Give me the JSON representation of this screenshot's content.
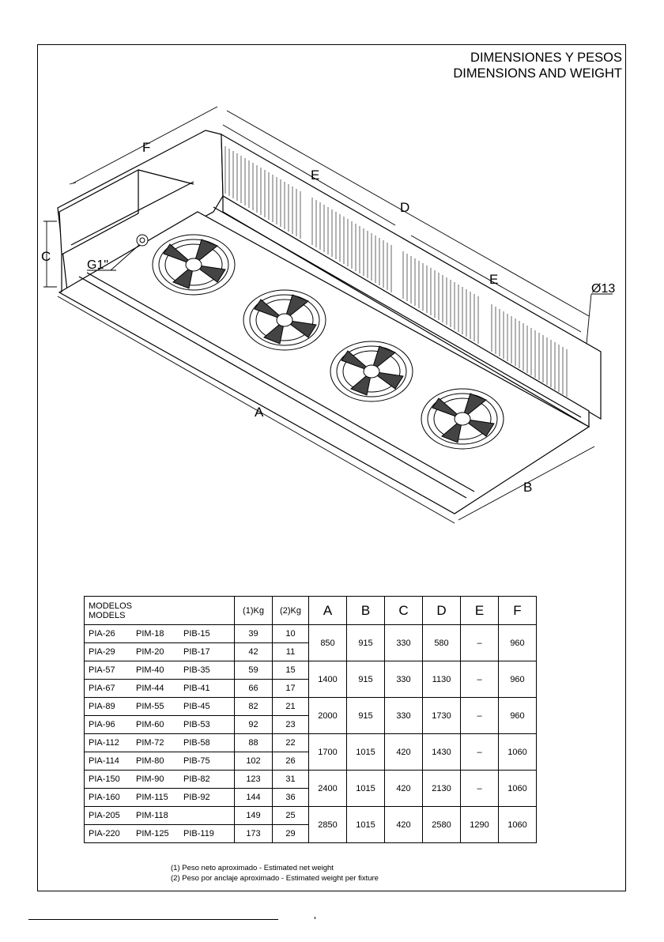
{
  "title": {
    "line1": "DIMENSIONES Y PESOS",
    "line2": "DIMENSIONS AND WEIGHT"
  },
  "drawing_labels": {
    "a": "A",
    "b": "B",
    "c": "C",
    "d": "D",
    "e1": "E",
    "e2": "E",
    "f": "F",
    "inlet": "G1\"",
    "bolt": "Ø13"
  },
  "table": {
    "header_models_1": "MODELOS",
    "header_models_2": "MODELS",
    "header_kg1": "(1)Kg",
    "header_kg2": "(2)Kg",
    "header_a": "A",
    "header_b": "B",
    "header_c": "C",
    "header_d": "D",
    "header_e": "E",
    "header_f": "F",
    "rows": [
      {
        "m1": "PIA-26",
        "m2": "PIM-18",
        "m3": "PIB-15",
        "kg1": "39",
        "kg2": "10"
      },
      {
        "m1": "PIA-29",
        "m2": "PIM-20",
        "m3": "PIB-17",
        "kg1": "42",
        "kg2": "11"
      },
      {
        "m1": "PIA-57",
        "m2": "PIM-40",
        "m3": "PIB-35",
        "kg1": "59",
        "kg2": "15"
      },
      {
        "m1": "PIA-67",
        "m2": "PIM-44",
        "m3": "PIB-41",
        "kg1": "66",
        "kg2": "17"
      },
      {
        "m1": "PIA-89",
        "m2": "PIM-55",
        "m3": "PIB-45",
        "kg1": "82",
        "kg2": "21"
      },
      {
        "m1": "PIA-96",
        "m2": "PIM-60",
        "m3": "PIB-53",
        "kg1": "92",
        "kg2": "23"
      },
      {
        "m1": "PIA-112",
        "m2": "PIM-72",
        "m3": "PIB-58",
        "kg1": "88",
        "kg2": "22"
      },
      {
        "m1": "PIA-114",
        "m2": "PIM-80",
        "m3": "PIB-75",
        "kg1": "102",
        "kg2": "26"
      },
      {
        "m1": "PIA-150",
        "m2": "PIM-90",
        "m3": "PIB-82",
        "kg1": "123",
        "kg2": "31"
      },
      {
        "m1": "PIA-160",
        "m2": "PIM-115",
        "m3": "PIB-92",
        "kg1": "144",
        "kg2": "36"
      },
      {
        "m1": "PIA-205",
        "m2": "PIM-118",
        "m3": "",
        "kg1": "149",
        "kg2": "25"
      },
      {
        "m1": "PIA-220",
        "m2": "PIM-125",
        "m3": "PIB-119",
        "kg1": "173",
        "kg2": "29"
      }
    ],
    "groups": [
      {
        "a": "850",
        "b": "915",
        "c": "330",
        "d": "580",
        "e": "–",
        "f": "960"
      },
      {
        "a": "1400",
        "b": "915",
        "c": "330",
        "d": "1130",
        "e": "–",
        "f": "960"
      },
      {
        "a": "2000",
        "b": "915",
        "c": "330",
        "d": "1730",
        "e": "–",
        "f": "960"
      },
      {
        "a": "1700",
        "b": "1015",
        "c": "420",
        "d": "1430",
        "e": "–",
        "f": "1060"
      },
      {
        "a": "2400",
        "b": "1015",
        "c": "420",
        "d": "2130",
        "e": "–",
        "f": "1060"
      },
      {
        "a": "2850",
        "b": "1015",
        "c": "420",
        "d": "2580",
        "e": "1290",
        "f": "1060"
      }
    ]
  },
  "notes": {
    "n1": "(1) Peso neto aproximado - Estimated net weight",
    "n2": "(2) Peso por anclaje aproximado - Estimated weight per fixture"
  }
}
